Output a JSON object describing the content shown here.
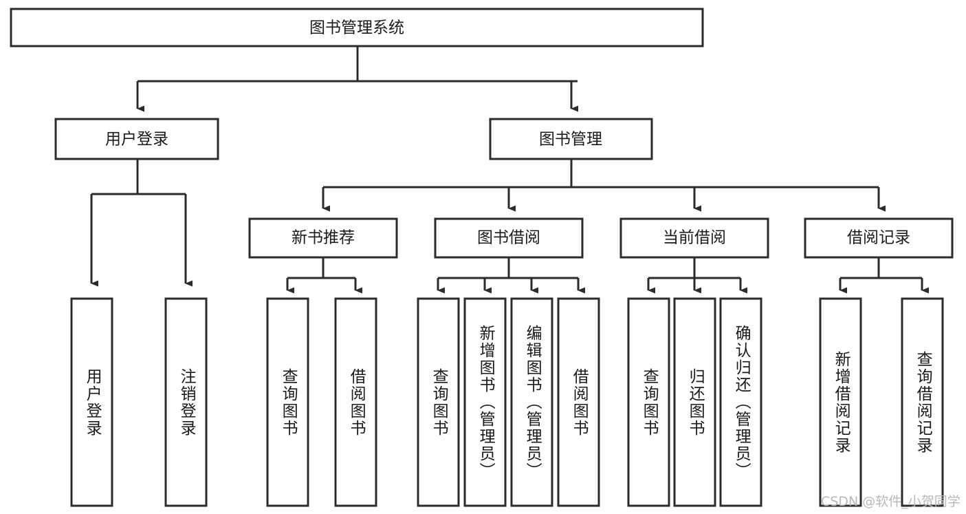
{
  "diagram": {
    "title": "图书管理系统",
    "type": "tree-hierarchy-diagram",
    "colors": {
      "box_stroke": "#2b2b2b",
      "box_fill": "#ffffff",
      "connector": "#2b2b2b",
      "text": "#1a1a1a",
      "watermark": "#b8b8b8",
      "background": "#ffffff"
    },
    "nodes": {
      "root": {
        "label": "图书管理系统",
        "orientation": "horizontal"
      },
      "level1": [
        {
          "id": "user-login",
          "label": "用户登录",
          "orientation": "horizontal"
        },
        {
          "id": "book-manage",
          "label": "图书管理",
          "orientation": "horizontal"
        }
      ],
      "level2": [
        {
          "id": "new-book-recommend",
          "label": "新书推荐",
          "orientation": "horizontal"
        },
        {
          "id": "book-borrow",
          "label": "图书借阅",
          "orientation": "horizontal"
        },
        {
          "id": "current-borrow",
          "label": "当前借阅",
          "orientation": "horizontal"
        },
        {
          "id": "borrow-record",
          "label": "借阅记录",
          "orientation": "horizontal"
        }
      ],
      "leaves": [
        {
          "id": "leaf-user-login",
          "label": "用户登录",
          "orientation": "vertical",
          "parent": "user-login"
        },
        {
          "id": "leaf-user-logout",
          "label": "注销登录",
          "orientation": "vertical",
          "parent": "user-login"
        },
        {
          "id": "leaf-query-book-1",
          "label": "查询图书",
          "orientation": "vertical",
          "parent": "new-book-recommend"
        },
        {
          "id": "leaf-borrow-book-1",
          "label": "借阅图书",
          "orientation": "vertical",
          "parent": "new-book-recommend"
        },
        {
          "id": "leaf-query-book-2",
          "label": "查询图书",
          "orientation": "vertical",
          "parent": "book-borrow"
        },
        {
          "id": "leaf-add-book",
          "label": "新增图书（管理员）",
          "orientation": "vertical",
          "parent": "book-borrow"
        },
        {
          "id": "leaf-edit-book",
          "label": "编辑图书（管理员）",
          "orientation": "vertical",
          "parent": "book-borrow"
        },
        {
          "id": "leaf-borrow-book-2",
          "label": "借阅图书",
          "orientation": "vertical",
          "parent": "book-borrow"
        },
        {
          "id": "leaf-query-book-3",
          "label": "查询图书",
          "orientation": "vertical",
          "parent": "current-borrow"
        },
        {
          "id": "leaf-return-book",
          "label": "归还图书",
          "orientation": "vertical",
          "parent": "current-borrow"
        },
        {
          "id": "leaf-confirm-return",
          "label": "确认归还（管理员）",
          "orientation": "vertical",
          "parent": "current-borrow"
        },
        {
          "id": "leaf-add-record",
          "label": "新增借阅记录",
          "orientation": "vertical",
          "parent": "borrow-record"
        },
        {
          "id": "leaf-query-record",
          "label": "查询借阅记录",
          "orientation": "vertical",
          "parent": "borrow-record"
        }
      ]
    }
  },
  "watermark": {
    "text": "CSDN @软件_小贺同学"
  }
}
